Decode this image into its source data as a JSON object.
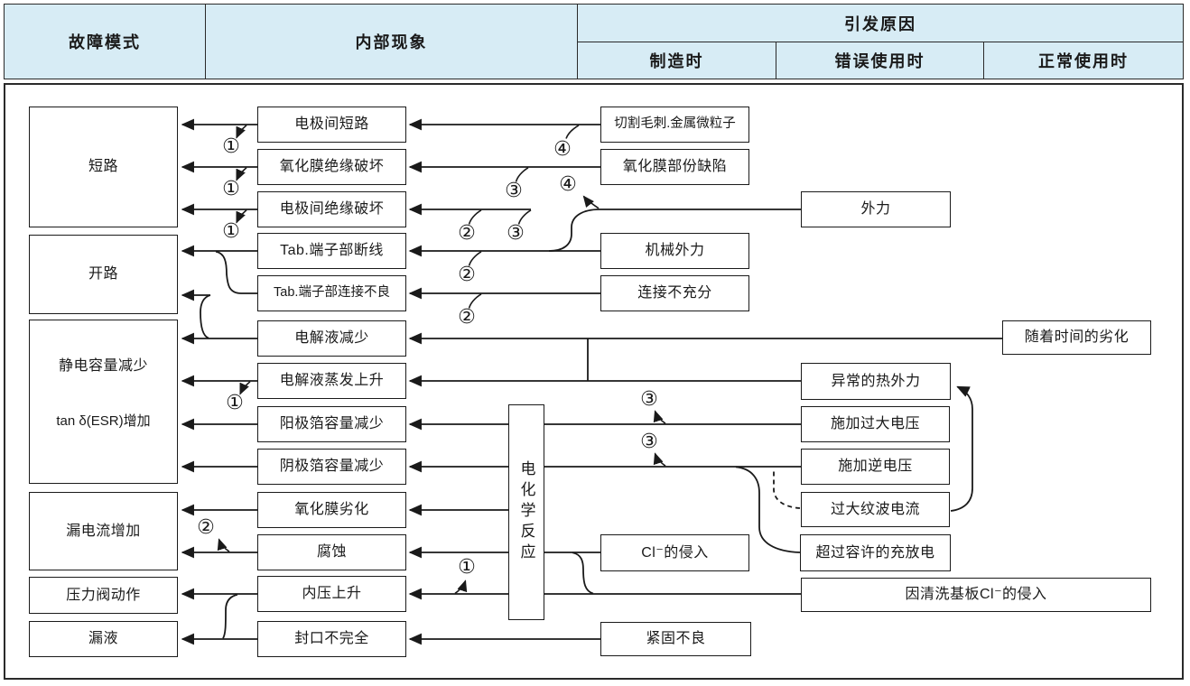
{
  "header": {
    "fault_mode": "故障模式",
    "internal_phenomenon": "内部现象",
    "cause": "引发原因",
    "cause_manufacturing": "制造时",
    "cause_misuse": "错误使用时",
    "cause_normal_use": "正常使用时"
  },
  "fault_modes": [
    {
      "label": "短路"
    },
    {
      "label": "开路"
    },
    {
      "label": "静电容量减少",
      "label2": "tan δ(ESR)增加"
    },
    {
      "label": "漏电流增加"
    },
    {
      "label": "压力阀动作"
    },
    {
      "label": "漏液"
    }
  ],
  "internal_phenomena": [
    "电极间短路",
    "氧化膜绝缘破坏",
    "电极间绝缘破坏",
    "Tab.端子部断线",
    "Tab.端子部连接不良",
    "电解液减少",
    "电解液蒸发上升",
    "阳极箔容量减少",
    "阴极箔容量减少",
    "氧化膜劣化",
    "腐蚀",
    "内压上升",
    "封口不完全"
  ],
  "process_box": "电化学反应",
  "causes": {
    "cutting_burr": "切割毛刺.金属微粒子",
    "oxide_defect": "氧化膜部份缺陷",
    "external_force": "外力",
    "mechanical_force": "机械外力",
    "insufficient_connection": "连接不充分",
    "aging": "随着时间的劣化",
    "abnormal_heat": "异常的热外力",
    "overvoltage": "施加过大电压",
    "reverse_voltage": "施加逆电压",
    "ripple_current": "过大纹波电流",
    "charge_discharge": "超过容许的充放电",
    "cl_intrusion": "Cl⁻的侵入",
    "cl_board_cleaning": "因清洗基板Cl⁻的侵入",
    "poor_fastening": "紧固不良"
  },
  "connectors": {
    "c1": "①",
    "c2": "②",
    "c3": "③",
    "c4": "④"
  },
  "colors": {
    "header_bg": "#d7ecf5",
    "line": "#1a1a1a"
  }
}
